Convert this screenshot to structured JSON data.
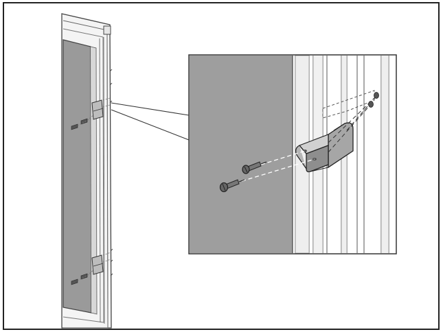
{
  "diagram": {
    "colors": {
      "frame": "#222222",
      "background": "#ffffff",
      "door_panel": "#9a9a9a",
      "line": "#333333",
      "light_line": "#888888"
    },
    "parts": [
      "door",
      "hinge-bracket-top",
      "hinge-bracket-bottom",
      "screw",
      "callout-detail"
    ]
  }
}
